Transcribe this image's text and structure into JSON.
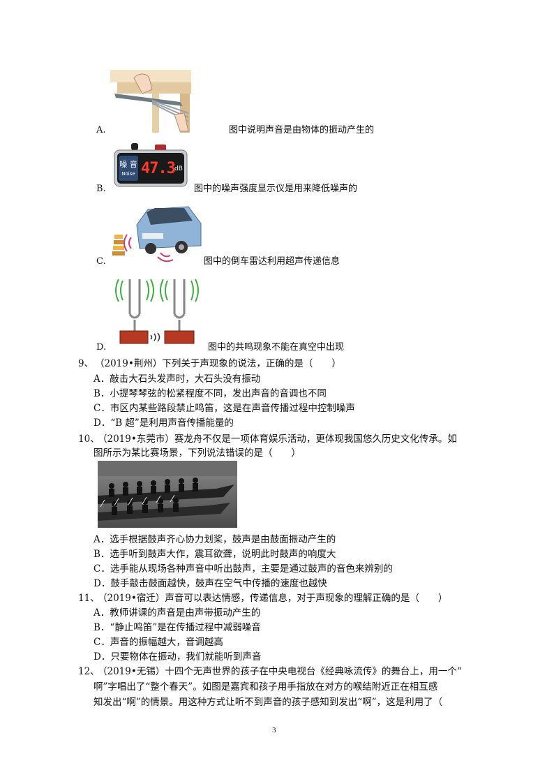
{
  "figure_options": [
    {
      "label": "A.",
      "caption": "图中说明声音是由物体的振动产生的",
      "icon": "ruler-on-table-vibrating-figure"
    },
    {
      "label": "B.",
      "caption": "图中的噪声强度显示仪是用来降低噪声的",
      "icon": "noise-meter-display-figure"
    },
    {
      "label": "C.",
      "caption": "图中的倒车雷达利用超声传递信息",
      "icon": "car-reversing-radar-figure"
    },
    {
      "label": "D.",
      "caption": "图中的共鸣现象不能在真空中出现",
      "icon": "tuning-fork-resonance-figure"
    }
  ],
  "noise_meter": {
    "badge_line1": "噪 音",
    "badge_line2": "Noise",
    "reading": "47.3",
    "unit": "dB"
  },
  "questions": [
    {
      "number": "9、",
      "stem_lines": [
        "（2019•荆州）下列关于声现象的说法，正确的是（　　）"
      ],
      "options": [
        "A．敲击大石头发声时，大石头没有振动",
        "B．小提琴琴弦的松紧程度不同，发出声音的音调也不同",
        "C．市区内某些路段禁止鸣笛，这是在声音传播过程中控制噪声",
        "D．“B 超”是利用声音传播能量的"
      ]
    },
    {
      "number": "10、",
      "stem_lines": [
        "（2019•东莞市）赛龙舟不仅是一项体育娱乐活动，更体现我国悠久历史文化传承。如",
        "图所示为某比赛场景，下列说法错误的是（　　）"
      ],
      "options": [
        "A．选手根据鼓声齐心协力划桨，鼓声是由鼓面振动产生的",
        "B．选手听到鼓声大作，震耳欲聋，说明此时鼓声的响度大",
        "C．选手能从现场各种声音中听出鼓声，主要是通过鼓声的音色来辨别的",
        "D．鼓手敲击鼓面越快，鼓声在空气中传播的速度也越快"
      ]
    },
    {
      "number": "11、",
      "stem_lines": [
        "（2019•宿迁）声音可以表达情感，传递信息，对于声现象的理解正确的是（　　）"
      ],
      "options": [
        "A．教师讲课的声音是由声带振动产生的",
        "B．“静止鸣笛”是在传播过程中减弱噪音",
        "C．声音的振幅越大，音调越高",
        "D．只要物体在振动，我们就能听到声音"
      ]
    },
    {
      "number": "12、",
      "stem_lines": [
        "（2019•无锡）十四个无声世界的孩子在中央电视台《经典咏流传》的舞台上，用一个“",
        "啊”字唱出了“整个春天”。如图是嘉宾和孩子用手指放在对方的喉结附近正在相互感",
        "知发出“啊”的情景。用这种方式让听不到声音的孩子感知到发出“啊”，这是利用了（"
      ],
      "options": []
    }
  ],
  "page_number": "3"
}
